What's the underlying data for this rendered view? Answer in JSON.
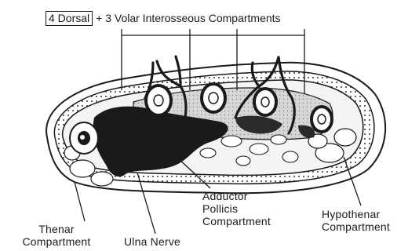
{
  "title": {
    "boxed": "4 Dorsal",
    "rest": "+ 3 Volar Interosseous Compartments"
  },
  "labels": {
    "adductor": [
      "Adductor",
      "Pollicis",
      "Compartment"
    ],
    "hypothenar": [
      "Hypothenar",
      "Compartment"
    ],
    "thenar": [
      "Thenar",
      "Compartment"
    ],
    "ulna_nerve": "Ulna Nerve"
  }
}
